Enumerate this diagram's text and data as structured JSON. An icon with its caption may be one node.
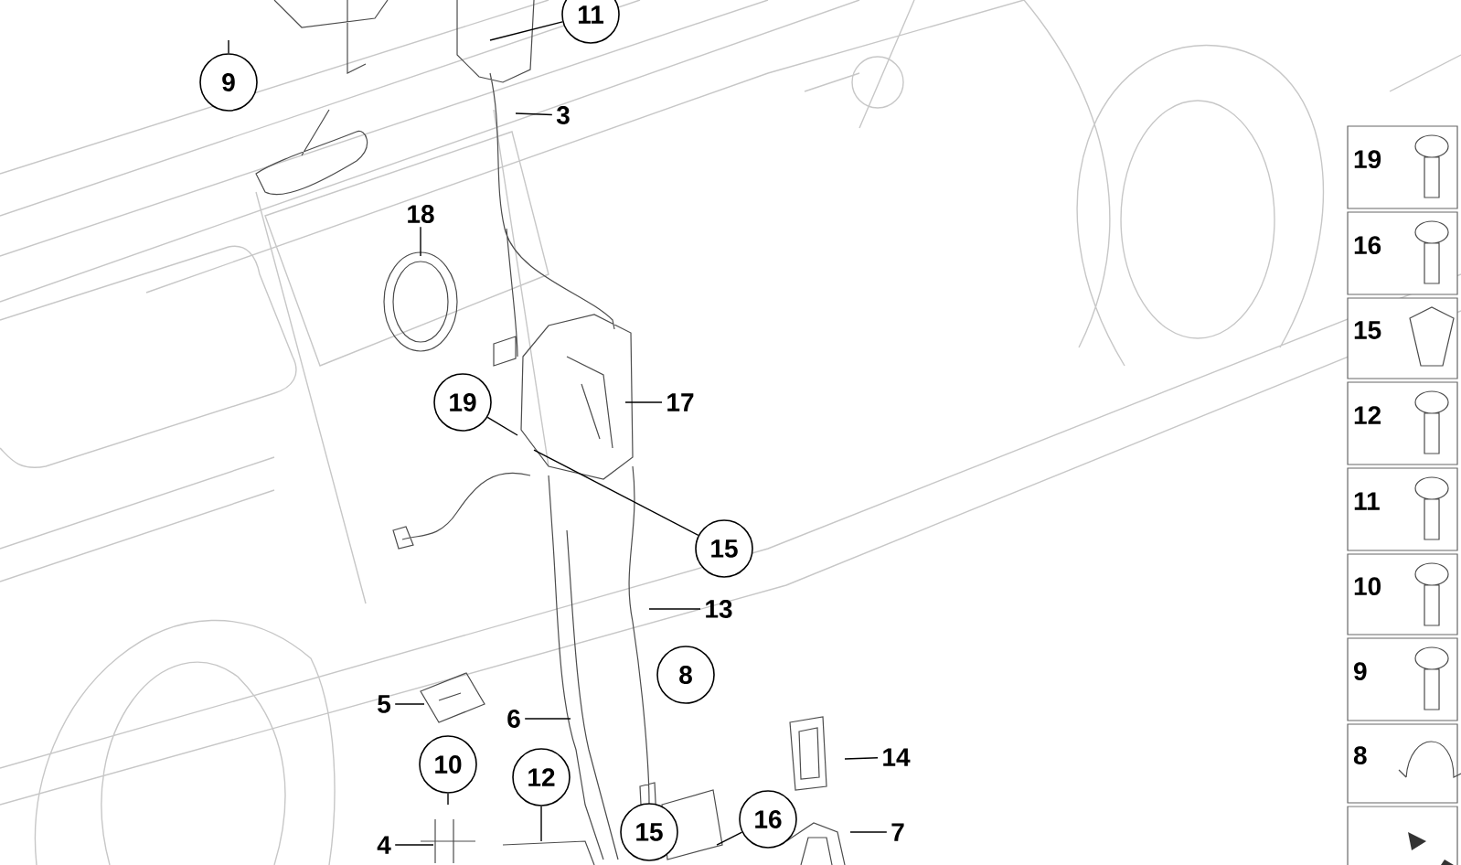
{
  "diagram": {
    "nodes": [
      {
        "text": [
          "9"
        ]
      },
      {
        "text": [
          "11"
        ]
      },
      {
        "text": [
          "3"
        ]
      },
      {
        "text": [
          "18"
        ]
      },
      {
        "text": [
          "19"
        ]
      },
      {
        "text": [
          "17"
        ]
      },
      {
        "text": [
          "15"
        ]
      },
      {
        "text": [
          "13"
        ]
      },
      {
        "text": [
          "8"
        ]
      },
      {
        "text": [
          "5"
        ]
      },
      {
        "text": [
          "6"
        ]
      },
      {
        "text": [
          "14"
        ]
      },
      {
        "text": [
          "10"
        ]
      },
      {
        "text": [
          "12"
        ]
      },
      {
        "text": [
          "16"
        ]
      },
      {
        "text": [
          "7"
        ]
      },
      {
        "text": [
          "4"
        ]
      },
      {
        "text": [
          "15"
        ]
      },
      {
        "text": [
          "19"
        ]
      },
      {
        "text": [
          "16"
        ]
      },
      {
        "text": [
          "15"
        ]
      },
      {
        "text": [
          "12"
        ]
      },
      {
        "text": [
          "11"
        ]
      },
      {
        "text": [
          "10"
        ]
      },
      {
        "text": [
          "9"
        ]
      },
      {
        "text": [
          "8"
        ]
      },
      {
        "text": [],
        "shape": "box"
      }
    ],
    "edges": [
      {
        "from": 0,
        "to": null,
        "arrow": "none"
      },
      {
        "from": 1,
        "to": null,
        "arrow": "none"
      },
      {
        "from": 2,
        "to": null,
        "arrow": "none"
      },
      {
        "from": 3,
        "to": null,
        "arrow": "none"
      },
      {
        "from": 4,
        "to": null,
        "arrow": "none"
      },
      {
        "from": 5,
        "to": null,
        "arrow": "none"
      },
      {
        "from": 6,
        "to": null,
        "arrow": "none"
      },
      {
        "from": 7,
        "to": null,
        "arrow": "none"
      },
      {
        "from": 9,
        "to": null,
        "arrow": "none"
      },
      {
        "from": 10,
        "to": null,
        "arrow": "none"
      },
      {
        "from": 11,
        "to": null,
        "arrow": "none"
      },
      {
        "from": 12,
        "to": null,
        "arrow": "none"
      },
      {
        "from": 13,
        "to": null,
        "arrow": "none"
      },
      {
        "from": 14,
        "to": null,
        "arrow": "none"
      },
      {
        "from": 15,
        "to": null,
        "arrow": "none"
      },
      {
        "from": 16,
        "to": null,
        "arrow": "none"
      }
    ]
  }
}
